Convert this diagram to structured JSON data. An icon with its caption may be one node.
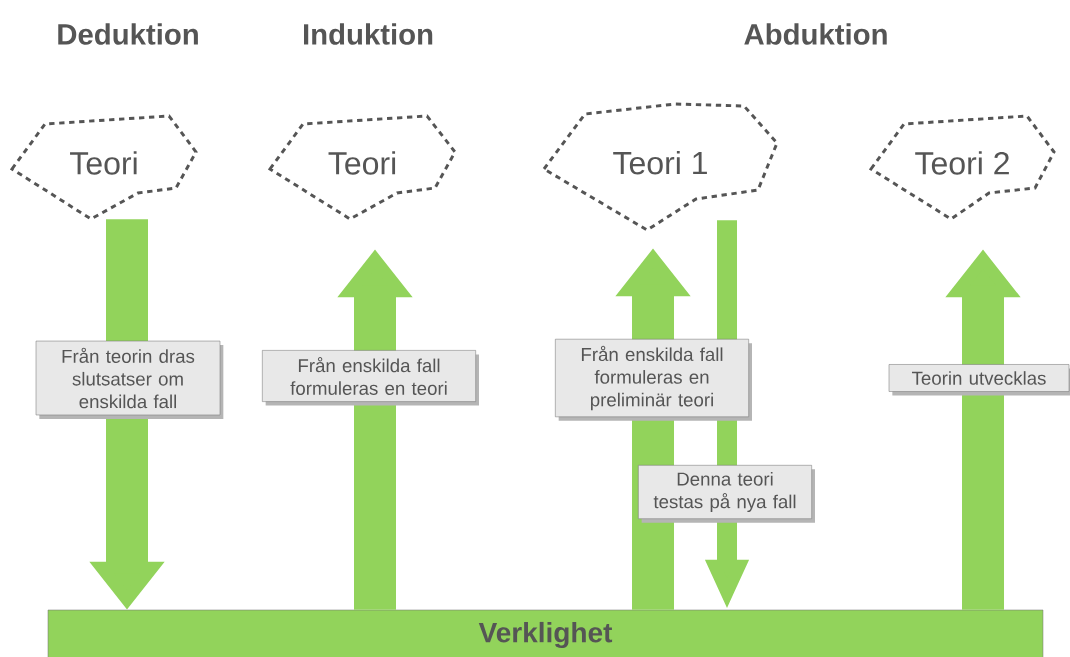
{
  "diagram": {
    "nodes": [
      {
        "text": [
          "Teori"
        ]
      },
      {
        "text": [
          "Teori"
        ]
      },
      {
        "text": [
          "Teori 1"
        ]
      },
      {
        "text": [
          "Teori 2"
        ]
      },
      {
        "text": [
          "Verklighet"
        ]
      }
    ],
    "edges": [
      {
        "from": 0,
        "to": 4,
        "arrow": "to",
        "label": "Från teorin dras slutsatser om enskilda fall"
      },
      {
        "from": 4,
        "to": 1,
        "arrow": "to",
        "label": "Från enskilda fall formuleras en teori"
      },
      {
        "from": 4,
        "to": 2,
        "arrow": "to",
        "label": "Från enskilda fall formuleras en preliminär teori"
      },
      {
        "from": 2,
        "to": 4,
        "arrow": "to",
        "label": "Denna teori testas på nya fall"
      },
      {
        "from": 4,
        "to": 3,
        "arrow": "to",
        "label": "Teorin utvecklas"
      }
    ],
    "labels": [
      "Deduktion",
      "Induktion",
      "Abduktion"
    ]
  }
}
